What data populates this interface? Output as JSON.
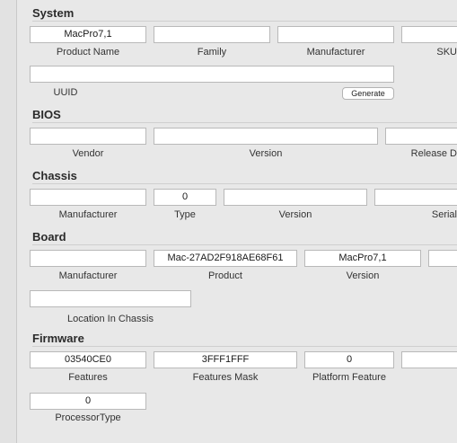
{
  "system": {
    "title": "System",
    "product_name": {
      "value": "MacPro7,1",
      "label": "Product Name"
    },
    "family": {
      "value": "",
      "label": "Family"
    },
    "manufacturer": {
      "value": "",
      "label": "Manufacturer"
    },
    "sku": {
      "value": "",
      "label": "SKU"
    },
    "uuid": {
      "value": "",
      "label": "UUID"
    },
    "generate_label": "Generate"
  },
  "bios": {
    "title": "BIOS",
    "vendor": {
      "value": "",
      "label": "Vendor"
    },
    "version": {
      "value": "",
      "label": "Version"
    },
    "release_date": {
      "value": "",
      "label": "Release D"
    }
  },
  "chassis": {
    "title": "Chassis",
    "manufacturer": {
      "value": "",
      "label": "Manufacturer"
    },
    "type": {
      "value": "0",
      "label": "Type"
    },
    "version": {
      "value": "",
      "label": "Version"
    },
    "serial": {
      "value": "",
      "label": "Serial"
    }
  },
  "board": {
    "title": "Board",
    "manufacturer": {
      "value": "",
      "label": "Manufacturer"
    },
    "product": {
      "value": "Mac-27AD2F918AE68F61",
      "label": "Product"
    },
    "version": {
      "value": "MacPro7,1",
      "label": "Version"
    },
    "extra": {
      "value": "",
      "label": ""
    },
    "location": {
      "value": "",
      "label": "Location In Chassis"
    }
  },
  "firmware": {
    "title": "Firmware",
    "features": {
      "value": "03540CE0",
      "label": "Features"
    },
    "features_mask": {
      "value": "3FFF1FFF",
      "label": "Features Mask"
    },
    "platform_feature": {
      "value": "0",
      "label": "Platform Feature"
    },
    "extra": {
      "value": "",
      "label": ""
    },
    "processor_type": {
      "value": "0",
      "label": "ProcessorType"
    }
  }
}
